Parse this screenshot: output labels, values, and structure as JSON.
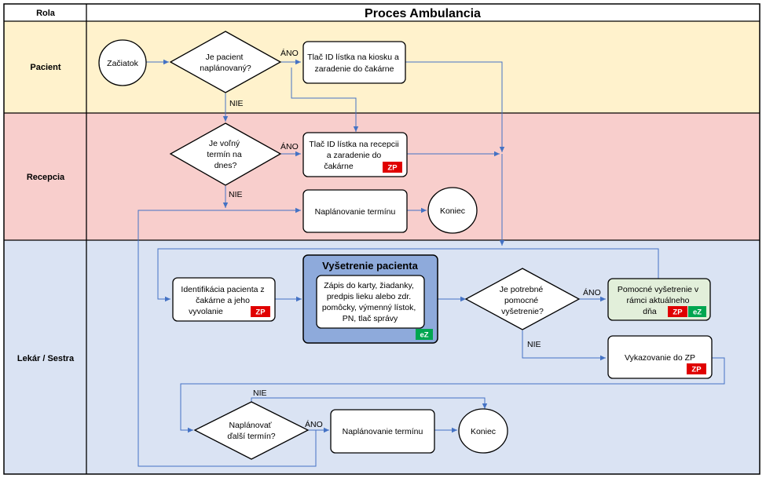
{
  "header": {
    "role_column": "Rola",
    "title": "Proces Ambulancia"
  },
  "lanes": [
    {
      "id": "pacient",
      "label": "Pacient",
      "color": "#fff2cc"
    },
    {
      "id": "recepcia",
      "label": "Recepcia",
      "color": "#f8cecc"
    },
    {
      "id": "lekar",
      "label": "Lekár / Sestra",
      "color": "#dae3f3"
    }
  ],
  "nodes": {
    "start": [
      "Začiatok"
    ],
    "d1": [
      "Je pacient",
      "naplánovaný?"
    ],
    "kiosk": [
      "Tlač ID lístka na kiosku a",
      "zaradenie do čakárne"
    ],
    "d2": [
      "Je voľný",
      "termín na",
      "dnes?"
    ],
    "recepcia_print": [
      "Tlač ID lístka na recepcii",
      "a zaradenie do",
      "čakárne"
    ],
    "plan1": [
      "Naplánovanie termínu"
    ],
    "end1": [
      "Koniec"
    ],
    "ident": [
      "Identifikácia pacienta z",
      "čakárne a jeho",
      "vyvolanie"
    ],
    "exam_title": [
      "Vyšetrenie pacienta"
    ],
    "exam_inner": [
      "Zápis do karty, žiadanky,",
      "predpis lieku alebo zdr.",
      "pomôcky, výmenný lístok,",
      "PN, tlač správy"
    ],
    "d3": [
      "Je potrebné",
      "pomocné",
      "vyšetrenie?"
    ],
    "aux": [
      "Pomocné vyšetrenie  v",
      "rámci aktuálneho",
      "dňa"
    ],
    "report": [
      "Vykazovanie do ZP"
    ],
    "d4": [
      "Naplánovať",
      "ďalší termín?"
    ],
    "plan2": [
      "Naplánovanie termínu"
    ],
    "end2": [
      "Koniec"
    ]
  },
  "edge_labels": {
    "d1_yes": "ÁNO",
    "d1_no": "NIE",
    "d2_yes": "ÁNO",
    "d2_no": "NIE",
    "d3_yes": "ÁNO",
    "d3_no": "NIE",
    "d4_yes": "ÁNO",
    "d4_no": "NIE"
  },
  "badges": {
    "zp": "ZP",
    "ez": "eZ"
  },
  "colors": {
    "connector": "#4472c4",
    "zp_badge": "#e00000",
    "ez_badge": "#00a650",
    "exam_fill": "#8eaadb",
    "aux_fill": "#e2efda"
  }
}
